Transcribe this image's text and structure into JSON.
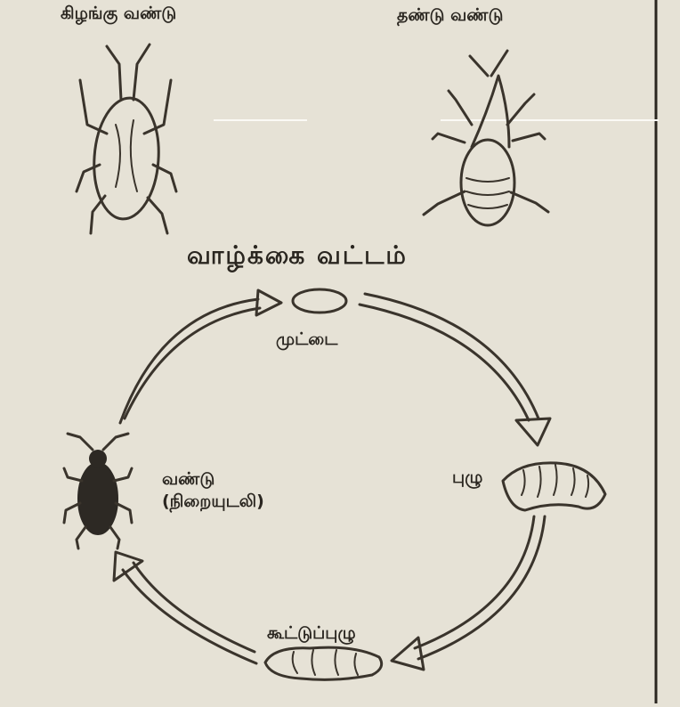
{
  "top_labels": {
    "left": "கிழங்கு வண்டு",
    "right": "தண்டு வண்டு"
  },
  "cycle": {
    "title": "வாழ்க்கை வட்டம்",
    "stages": {
      "egg": "முட்டை",
      "larva": "புழு",
      "pupa": "கூட்டுப்புழு",
      "adult_line1": "வண்டு",
      "adult_line2": "(நிறையுடலி)"
    }
  },
  "colors": {
    "paper": "#e6e2d6",
    "ink": "#3a342c",
    "beetle_fill": "#cfc7b4",
    "adult_fill": "#2d2924"
  }
}
